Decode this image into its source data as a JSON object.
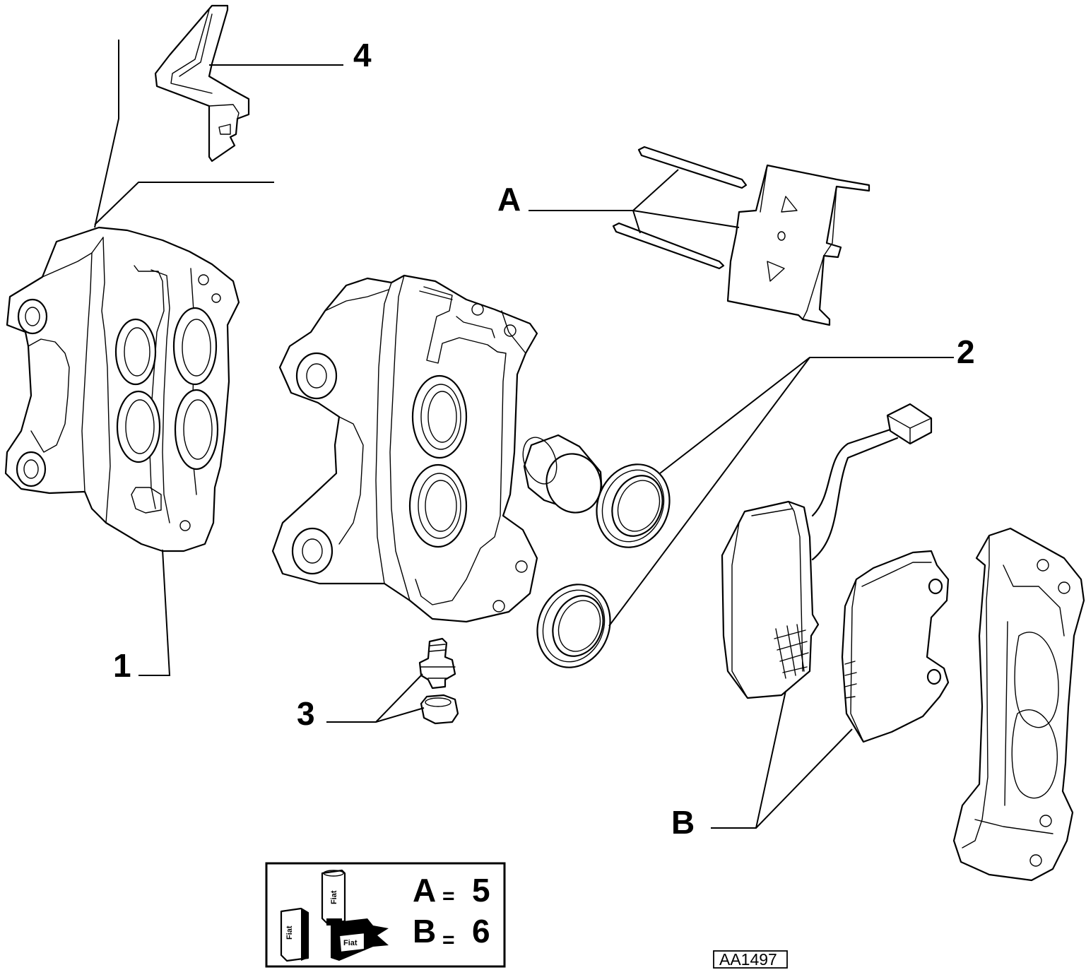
{
  "callouts": {
    "part1": "1",
    "part2": "2",
    "part3": "3",
    "part4": "4",
    "kitA": "A",
    "kitB": "B"
  },
  "legend": {
    "kit_a_letter": "A",
    "kit_a_count": "5",
    "kit_b_letter": "B",
    "kit_b_count": "6",
    "equals": "=",
    "box_label": "Fiat"
  },
  "drawing_code": "AA1497"
}
